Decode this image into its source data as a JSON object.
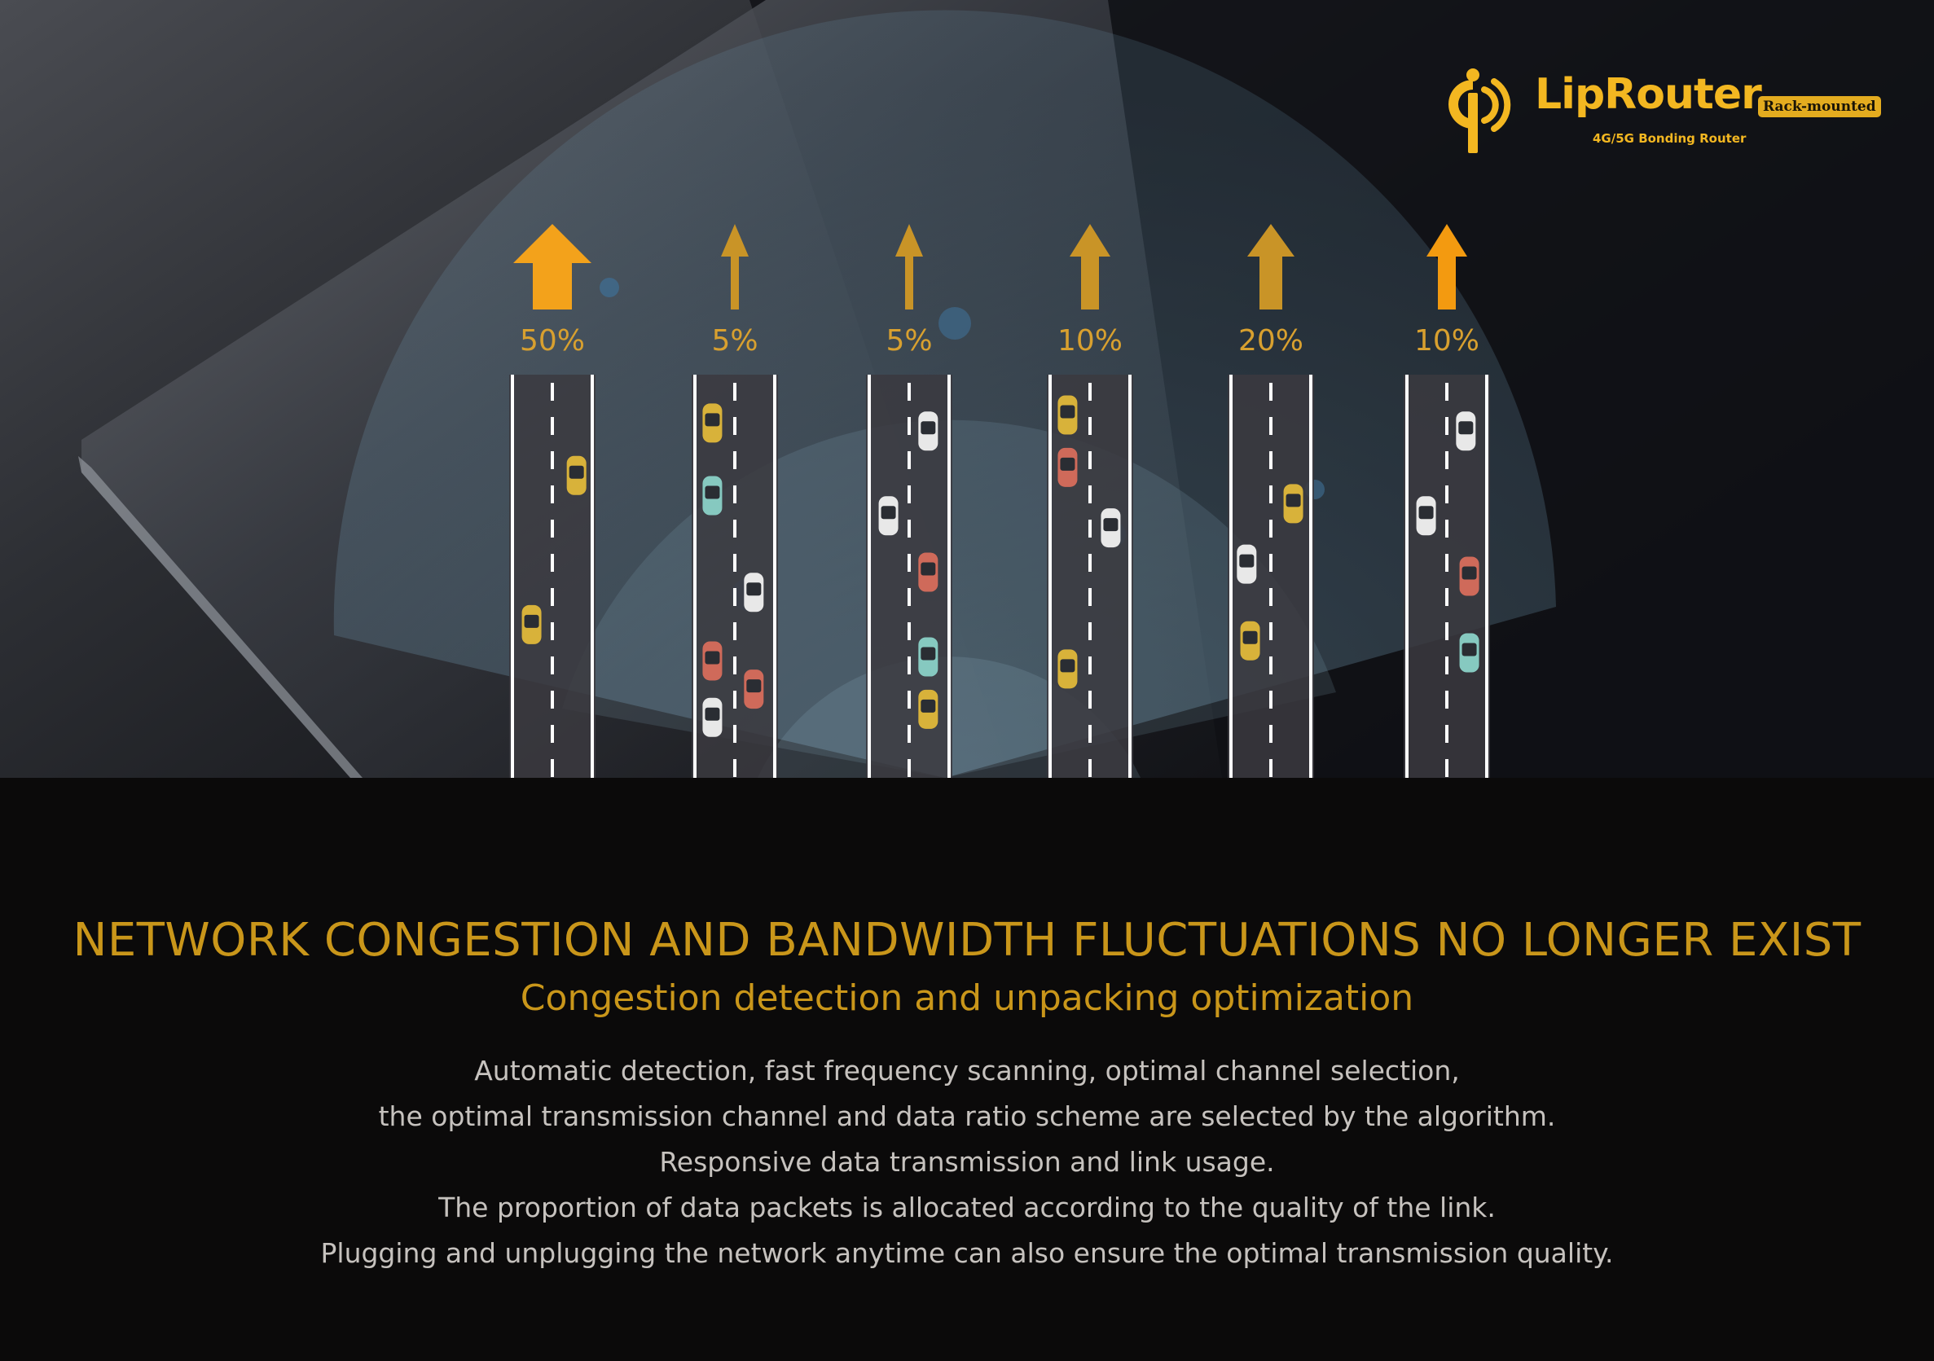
{
  "brand": {
    "name": "LipRouter",
    "badge": "Rack-mounted",
    "tagline": "4G/5G Bonding Router",
    "logo_icon": "wifi-signal-pin-icon",
    "accent_color": "#f3b721"
  },
  "lanes": [
    {
      "percent": "50%",
      "share": 50,
      "arrow_color": "#f3a21b"
    },
    {
      "percent": "5%",
      "share": 5,
      "arrow_color": "#c99427"
    },
    {
      "percent": "5%",
      "share": 5,
      "arrow_color": "#c99427"
    },
    {
      "percent": "10%",
      "share": 10,
      "arrow_color": "#c99427"
    },
    {
      "percent": "20%",
      "share": 20,
      "arrow_color": "#c99427"
    },
    {
      "percent": "10%",
      "share": 10,
      "arrow_color": "#f39a10"
    }
  ],
  "headline": "NETWORK CONGESTION AND BANDWIDTH FLUCTUATIONS NO LONGER EXIST",
  "subheadline": "Congestion detection and unpacking optimization",
  "body_lines": [
    "Automatic detection, fast frequency scanning, optimal channel selection,",
    "the optimal transmission channel and data ratio scheme are selected by the algorithm.",
    "Responsive data transmission and link usage.",
    "The proportion of data packets is allocated according to the quality of the link.",
    "Plugging and unplugging the network anytime can also ensure the optimal transmission quality."
  ],
  "colors": {
    "headline": "#c9961a",
    "body_text": "#c6c2be",
    "background": "#0b0a0a"
  }
}
